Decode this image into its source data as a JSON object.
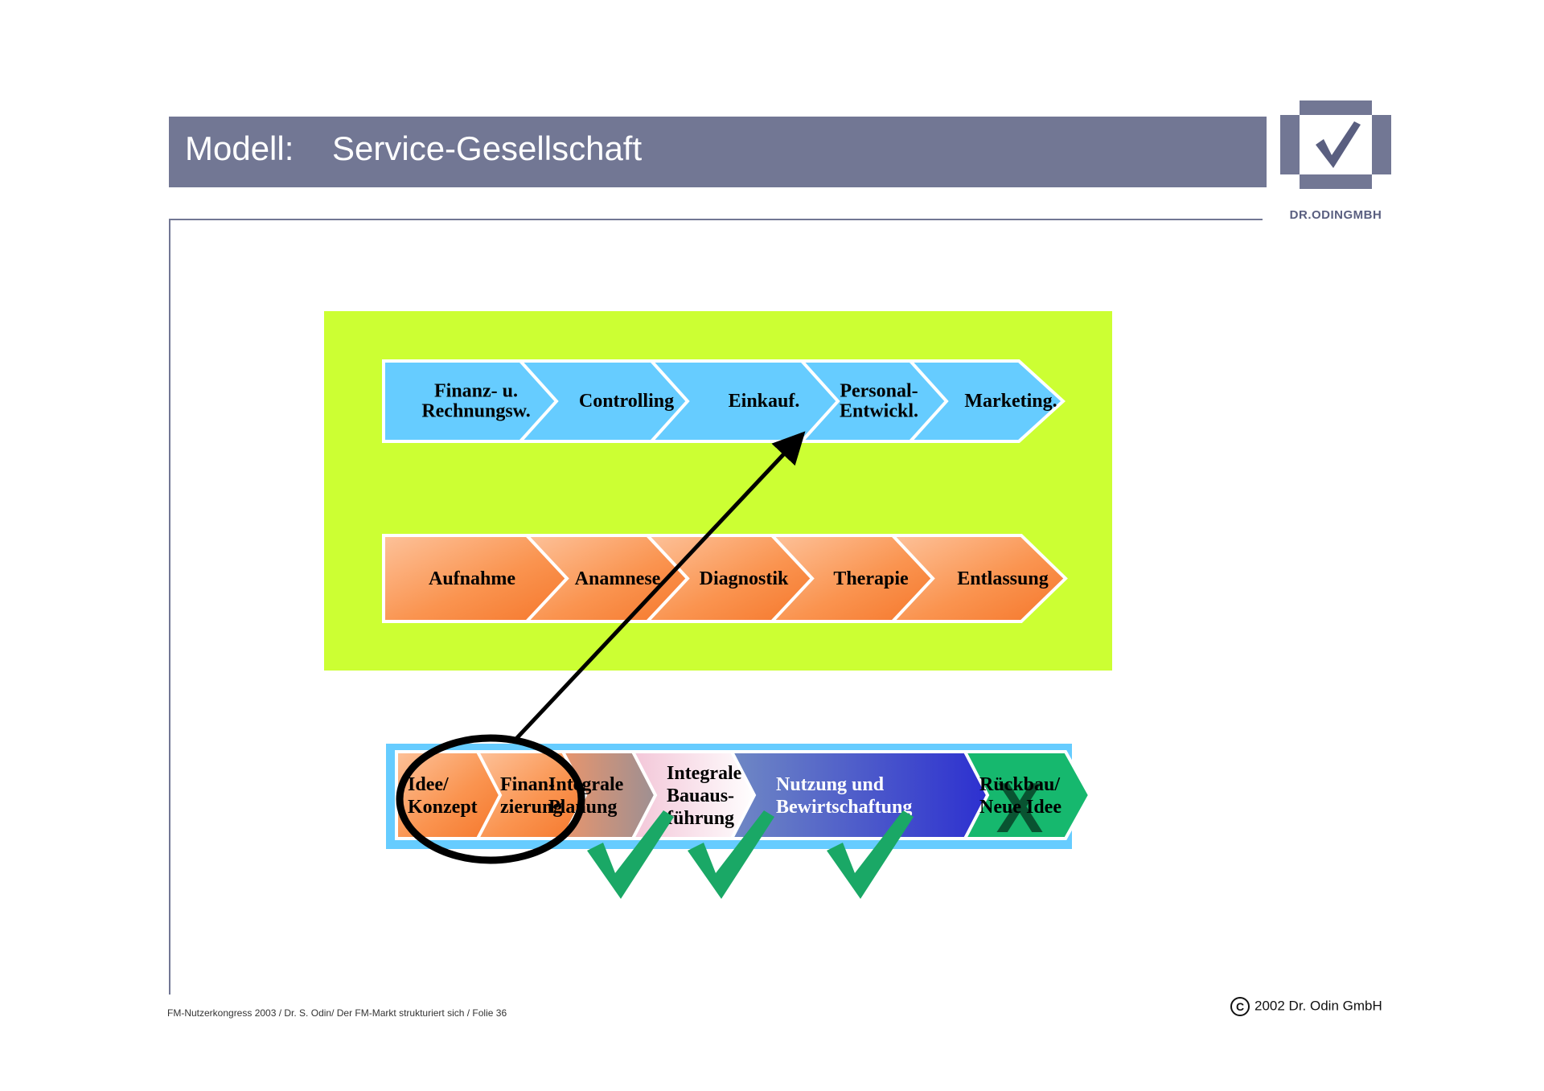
{
  "header": {
    "title_prefix": "Modell:",
    "title_main": "Service-Gesellschaft"
  },
  "logo": {
    "text": "DR.ODINGMBH",
    "icon": "checkmark-icon"
  },
  "rows": {
    "support": {
      "color": "#66ccff",
      "items": [
        [
          "Finanz- u.",
          "Rechnungsw."
        ],
        [
          "Controlling"
        ],
        [
          "Einkauf."
        ],
        [
          "Personal-",
          "Entwickl."
        ],
        [
          "Marketing."
        ]
      ]
    },
    "clinical": {
      "color": "#f98a4a",
      "items": [
        [
          "Aufnahme"
        ],
        [
          "Anamnese"
        ],
        [
          "Diagnostik"
        ],
        [
          "Therapie"
        ],
        [
          "Entlassung"
        ]
      ]
    },
    "lifecycle": {
      "items": [
        [
          "Idee/",
          "Konzept"
        ],
        [
          "Finan-",
          "zierung"
        ],
        [
          "Integrale",
          "Planung"
        ],
        [
          "Integrale",
          "Bauaus-",
          "führung"
        ],
        [
          "Nutzung und",
          "Bewirtschaftung"
        ],
        [
          "Rückbau/",
          "Neue Idee"
        ]
      ]
    }
  },
  "marks": {
    "check_color": "#1aa866",
    "x_symbol": "X"
  },
  "footer": {
    "left": "FM-Nutzerkongress 2003 / Dr. S. Odin/ Der FM-Markt strukturiert sich / Folie 36",
    "copyright_symbol": "C",
    "right": "2002 Dr. Odin GmbH"
  }
}
